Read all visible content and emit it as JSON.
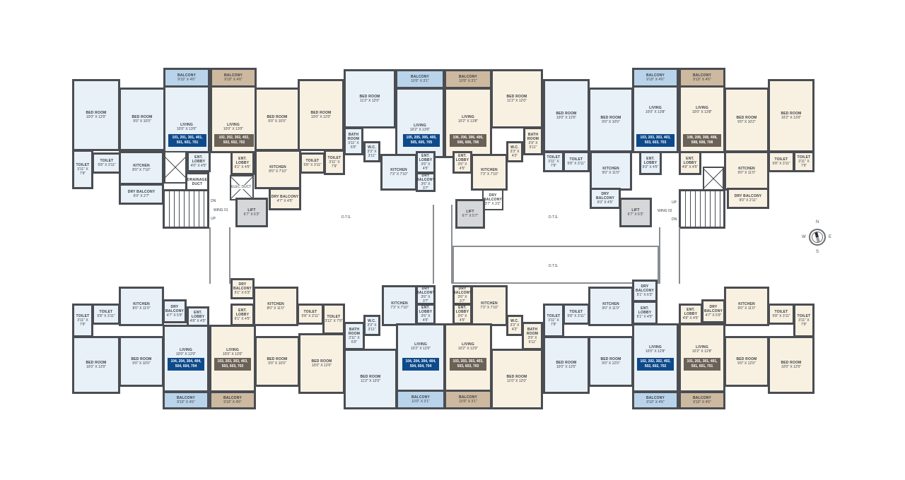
{
  "diagram": {
    "type": "residential floor plan",
    "compass": {
      "n": "N",
      "e": "E",
      "s": "S",
      "w": "W"
    },
    "common": {
      "wing1": "WING 01",
      "wing2": "WING 02",
      "up": "UP",
      "dn": "DN",
      "lift": "LIFT",
      "lift_dim1": "6'7\" X 6'3\"",
      "lift_dim2": "6'7\" X 5'7\"",
      "lift_dim3": "6'7\" X 6'3\"",
      "elec_duct": "ELEC DUCT",
      "drainage_duct": "DRAINAGE DUCT",
      "dts1": "D.T.S.",
      "dts2": "D.T.S.",
      "dts3": "D.T.S."
    },
    "top_units": [
      {
        "id": "t1",
        "rooms": [
          {
            "name": "BED ROOM",
            "dim": "10'0\" X 12'0\""
          },
          {
            "name": "BED ROOM",
            "dim": "9'0\" X 10'0\""
          },
          {
            "name": "LIVING",
            "dim": "10'0\" X 13'0\""
          },
          {
            "name": "BALCONY",
            "dim": "9'10\" X 4'6\""
          },
          {
            "name": "KITCHEN",
            "dim": "8'0\" X 7'10\""
          },
          {
            "name": "TOILET",
            "dim": "3'11\" X 7'9\""
          },
          {
            "name": "TOILET",
            "dim": "5'8\" X 3'11\""
          },
          {
            "name": "DRY BALCONY",
            "dim": "6'0\" X 2'7\""
          },
          {
            "name": "ENT. LOBBY",
            "dim": "4'0\" X 4'5\""
          }
        ],
        "units": "101, 201, 301, 401, 501, 601, 701"
      },
      {
        "id": "t2",
        "rooms": [
          {
            "name": "LIVING",
            "dim": "10'0\" X 13'0\""
          },
          {
            "name": "BALCONY",
            "dim": "9'10\" X 4'6\""
          },
          {
            "name": "BED ROOM",
            "dim": "9'0\" X 10'0\""
          },
          {
            "name": "BED ROOM",
            "dim": "10'0\" X 12'0\""
          },
          {
            "name": "KITCHEN",
            "dim": "8'0\" X 7'10\""
          },
          {
            "name": "TOILET",
            "dim": "5'8\" X 3'11\""
          },
          {
            "name": "TOILET",
            "dim": "3'11\" X 7'9\""
          },
          {
            "name": "DRY BALCONY",
            "dim": "4'7\" X 4'5\""
          },
          {
            "name": "ENT. LOBBY",
            "dim": "6'1\" X 4'5\""
          }
        ],
        "units": "102, 202, 302, 402, 502, 602, 702"
      },
      {
        "id": "t3",
        "rooms": [
          {
            "name": "BED ROOM",
            "dim": "11'2\" X 12'0\""
          },
          {
            "name": "LIVING",
            "dim": "10'2\" X 13'0\""
          },
          {
            "name": "BALCONY",
            "dim": "10'0\" X 3'1\""
          },
          {
            "name": "BATH ROOM",
            "dim": "3'11\" X 6'0\""
          },
          {
            "name": "W.C.",
            "dim": "3'3\" X 3'11\""
          },
          {
            "name": "KITCHEN",
            "dim": "7'3\" X 7'10\""
          },
          {
            "name": "ENT. LOBBY",
            "dim": "3'6\" X 4'5\""
          },
          {
            "name": "DRY BALCONY",
            "dim": "3'6\" X 3'7\""
          }
        ],
        "units": "105, 205, 305, 405, 505, 605, 705"
      },
      {
        "id": "t4",
        "rooms": [
          {
            "name": "LIVING",
            "dim": "10'2\" X 13'8\""
          },
          {
            "name": "BALCONY",
            "dim": "10'0\" X 3'1\""
          },
          {
            "name": "BED ROOM",
            "dim": "11'2\" X 12'0\""
          },
          {
            "name": "BATH ROOM",
            "dim": "3'9\" X 5'11\""
          },
          {
            "name": "W.C.",
            "dim": "3'3\" X 4'2\""
          },
          {
            "name": "KITCHEN",
            "dim": "7'3\" X 7'10\""
          },
          {
            "name": "ENT. LOBBY",
            "dim": "3'6\" X 4'5\""
          },
          {
            "name": "DRY BALCONY",
            "dim": "3'7\" X 3'2\""
          }
        ],
        "units": "106, 206, 306, 406, 506, 606, 706"
      },
      {
        "id": "t5",
        "rooms": [
          {
            "name": "BED ROOM",
            "dim": "10'0\" X 12'0\""
          },
          {
            "name": "BED ROOM",
            "dim": "9'0\" X 10'0\""
          },
          {
            "name": "LIVING",
            "dim": "10'0\" X 13'8\""
          },
          {
            "name": "BALCONY",
            "dim": "9'10\" X 4'6\""
          },
          {
            "name": "KITCHEN",
            "dim": "9'0\" X 11'0\""
          },
          {
            "name": "TOILET",
            "dim": "3'11\" X 7'9\""
          },
          {
            "name": "TOILET",
            "dim": "5'8\" X 3'11\""
          },
          {
            "name": "DRY BALCONY",
            "dim": "6'0\" X 4'5\""
          },
          {
            "name": "ENT. LOBBY",
            "dim": "5'0\" X 4'5\""
          }
        ],
        "units": "103, 203, 303, 403, 503, 603, 703"
      },
      {
        "id": "t6",
        "rooms": [
          {
            "name": "LIVING",
            "dim": "10'0\" X 13'8\""
          },
          {
            "name": "BALCONY",
            "dim": "9'10\" X 4'6\""
          },
          {
            "name": "BED ROOM",
            "dim": "9'0\" X 10'2\""
          },
          {
            "name": "BED ROOM",
            "dim": "10'2\" X 13'0\""
          },
          {
            "name": "KITCHEN",
            "dim": "9'0\" X 11'0\""
          },
          {
            "name": "TOILET",
            "dim": "5'8\" X 3'11\""
          },
          {
            "name": "TOILET",
            "dim": "3'11\" X 7'9\""
          },
          {
            "name": "DRY BALCONY",
            "dim": "9'0\" X 2'11\""
          },
          {
            "name": "ENT. LOBBY",
            "dim": "4'8\" X 4'5\""
          }
        ],
        "units": "108, 208, 308, 408, 508, 608, 708"
      }
    ],
    "bottom_units": [
      {
        "id": "b1",
        "rooms": [
          {
            "name": "BED ROOM",
            "dim": "10'0\" X 12'0\""
          },
          {
            "name": "BED ROOM",
            "dim": "9'0\" X 10'0\""
          },
          {
            "name": "LIVING",
            "dim": "10'0\" X 12'0\""
          },
          {
            "name": "BALCONY",
            "dim": "9'10\" X 4'6\""
          },
          {
            "name": "KITCHEN",
            "dim": "8'0\" X 11'0\""
          },
          {
            "name": "TOILET",
            "dim": "3'11\" X 7'9\""
          },
          {
            "name": "TOILET",
            "dim": "5'8\" X 3'11\""
          },
          {
            "name": "DRY BALCONY",
            "dim": "4'7\" X 5'9\""
          },
          {
            "name": "ENT. LOBBY",
            "dim": "4'8\" X 4'5\""
          }
        ],
        "units": "104, 204, 304, 404, 504, 604, 704"
      },
      {
        "id": "b2",
        "rooms": [
          {
            "name": "LIVING",
            "dim": "10'0\" X 13'0\""
          },
          {
            "name": "BALCONY",
            "dim": "9'10\" X 4'6\""
          },
          {
            "name": "BED ROOM",
            "dim": "9'0\" X 10'0\""
          },
          {
            "name": "BED ROOM",
            "dim": "10'0\" X 12'0\""
          },
          {
            "name": "KITCHEN",
            "dim": "8'0\" X 11'0\""
          },
          {
            "name": "TOILET",
            "dim": "5'8\" X 3'11\""
          },
          {
            "name": "TOILET",
            "dim": "3'11\" X 7'9\""
          },
          {
            "name": "DRY BALCONY",
            "dim": "5'1\" X 6'3\""
          },
          {
            "name": "ENT. LOBBY",
            "dim": "6'1\" X 4'5\""
          }
        ],
        "units": "103, 203, 303, 403, 503, 603, 703"
      },
      {
        "id": "b3",
        "rooms": [
          {
            "name": "BED ROOM",
            "dim": "11'2\" X 12'0\""
          },
          {
            "name": "LIVING",
            "dim": "10'2\" X 12'0\""
          },
          {
            "name": "BALCONY",
            "dim": "10'0\" X 3'1\""
          },
          {
            "name": "BATH ROOM",
            "dim": "3'11\" X 6'0\""
          },
          {
            "name": "W.C.",
            "dim": "3'3\" X 3'11\""
          },
          {
            "name": "KITCHEN",
            "dim": "7'3\" X 7'10\""
          },
          {
            "name": "ENT. LOBBY",
            "dim": "3'6\" X 4'5\""
          },
          {
            "name": "DRY BALCONY",
            "dim": "3'6\" X 3'7\""
          }
        ],
        "units": "104, 204, 304, 404, 504, 604, 704"
      },
      {
        "id": "b4",
        "rooms": [
          {
            "name": "LIVING",
            "dim": "10'2\" X 12'0\""
          },
          {
            "name": "BALCONY",
            "dim": "10'0\" X 3'1\""
          },
          {
            "name": "BED ROOM",
            "dim": "11'0\" X 12'0\""
          },
          {
            "name": "BATH ROOM",
            "dim": "3'9\" X 5'11\""
          },
          {
            "name": "W.C.",
            "dim": "3'3\" X 4'2\""
          },
          {
            "name": "KITCHEN",
            "dim": "7'3\" X 7'10\""
          },
          {
            "name": "ENT. LOBBY",
            "dim": "3'6\" X 4'5\""
          },
          {
            "name": "DRY BALCONY",
            "dim": "3'6\" X 3'7\""
          }
        ],
        "units": "103, 203, 303, 403, 503, 603, 703"
      },
      {
        "id": "b5",
        "rooms": [
          {
            "name": "BED ROOM",
            "dim": "10'0\" X 12'0\""
          },
          {
            "name": "BED ROOM",
            "dim": "9'0\" X 12'0\""
          },
          {
            "name": "LIVING",
            "dim": "10'0\" X 12'8\""
          },
          {
            "name": "BALCONY",
            "dim": "9'10\" X 4'6\""
          },
          {
            "name": "KITCHEN",
            "dim": "9'0\" X 11'0\""
          },
          {
            "name": "TOILET",
            "dim": "3'11\" X 7'9\""
          },
          {
            "name": "TOILET",
            "dim": "5'8\" X 3'11\""
          },
          {
            "name": "DRY BALCONY",
            "dim": "5'1\" X 6'3\""
          },
          {
            "name": "ENT. LOBBY",
            "dim": "5'1\" X 4'5\""
          }
        ],
        "units": "102, 202, 302, 402, 502, 602, 702"
      },
      {
        "id": "b6",
        "rooms": [
          {
            "name": "LIVING",
            "dim": "10'2\" X 12'8\""
          },
          {
            "name": "BALCONY",
            "dim": "9'10\" X 4'6\""
          },
          {
            "name": "BED ROOM",
            "dim": "9'0\" X 12'0\""
          },
          {
            "name": "BED ROOM",
            "dim": "10'0\" X 12'0\""
          },
          {
            "name": "KITCHEN",
            "dim": "9'0\" X 11'0\""
          },
          {
            "name": "TOILET",
            "dim": "5'8\" X 3'11\""
          },
          {
            "name": "TOILET",
            "dim": "3'11\" X 7'9\""
          },
          {
            "name": "DRY BALCONY",
            "dim": "4'7\" X 5'9\""
          },
          {
            "name": "ENT. LOBBY",
            "dim": "4'8\" X 4'5\""
          }
        ],
        "units": "101, 201, 301, 401, 501, 601, 701"
      }
    ]
  }
}
